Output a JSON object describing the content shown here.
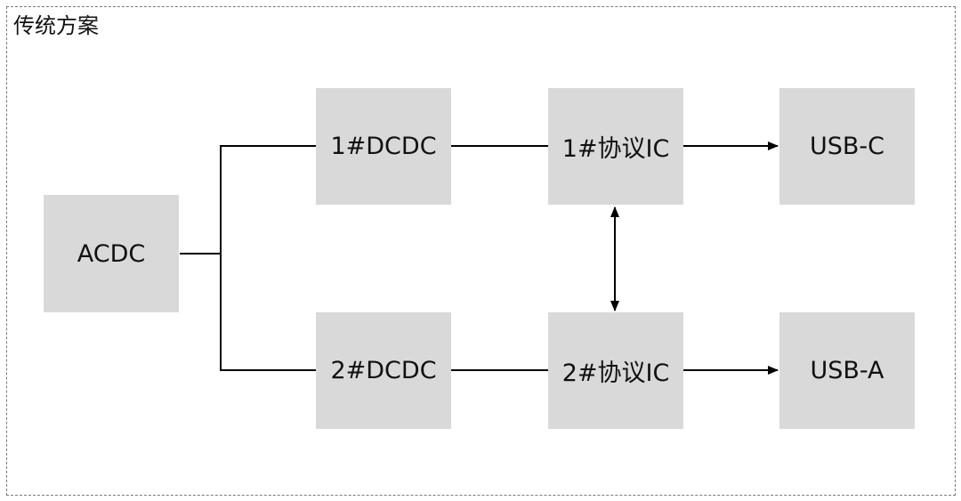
{
  "frame": {
    "title": "传统方案"
  },
  "nodes": {
    "acdc": "ACDC",
    "dcdc1": "1#DCDC",
    "dcdc2": "2#DCDC",
    "ic1": "1#协议IC",
    "ic2": "2#协议IC",
    "usbc": "USB-C",
    "usba": "USB-A"
  },
  "edges": [
    {
      "from": "acdc",
      "to": "dcdc1",
      "arrow": "none"
    },
    {
      "from": "acdc",
      "to": "dcdc2",
      "arrow": "none"
    },
    {
      "from": "dcdc1",
      "to": "ic1",
      "arrow": "none"
    },
    {
      "from": "dcdc2",
      "to": "ic2",
      "arrow": "none"
    },
    {
      "from": "ic1",
      "to": "usbc",
      "arrow": "forward"
    },
    {
      "from": "ic2",
      "to": "usba",
      "arrow": "forward"
    },
    {
      "from": "ic1",
      "to": "ic2",
      "arrow": "both"
    }
  ]
}
